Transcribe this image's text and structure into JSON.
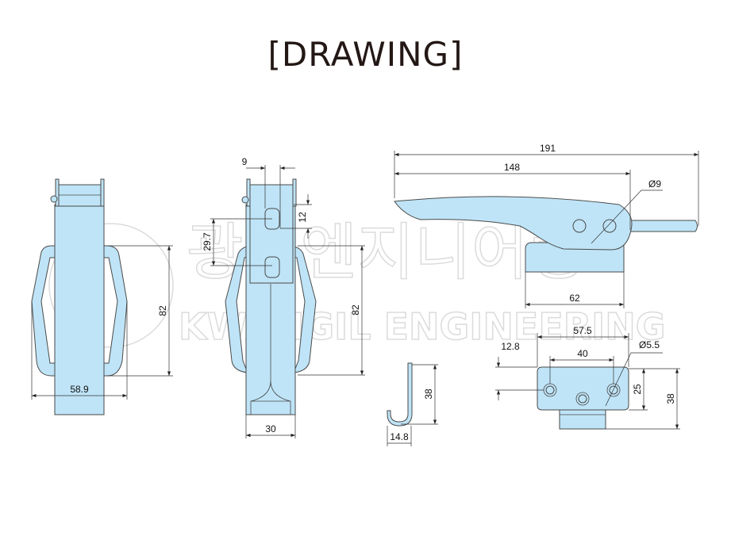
{
  "title": "[DRAWING]",
  "watermark": {
    "korean": "광일엔지니어링",
    "english": "KWANGIL ENGINEERING"
  },
  "colors": {
    "part_fill": "#bfe4f7",
    "line": "#4a4a4a",
    "title": "#231815"
  },
  "front_view": {
    "width_label": "58.9",
    "height_label": "82"
  },
  "side_view": {
    "top_label": "9",
    "slot_label": "12",
    "pitch_label": "29.7",
    "height_label": "82",
    "width_label": "30"
  },
  "lever_view": {
    "overall_label": "191",
    "pivot_label": "148",
    "pin_dia_label": "Ø9",
    "base_label": "62"
  },
  "hook_view": {
    "height_label": "38",
    "width_label": "14.8"
  },
  "plate_view": {
    "width_label": "57.5",
    "hole_pitch_label": "40",
    "hole_offset_label": "12.8",
    "hole_dia_label": "Ø5.5",
    "height_label": "25",
    "total_height_label": "38"
  }
}
